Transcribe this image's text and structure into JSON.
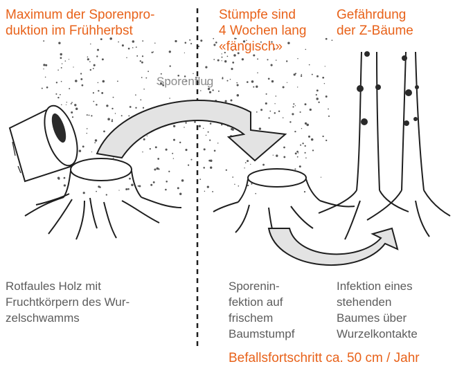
{
  "headings": {
    "spore_max": "Maximum der Sporenpro-\nduktion im Frühherbst",
    "stumps": "Stümpfe sind\n4 Wochen lang\n«fängisch»",
    "danger": "Gefährdung\nder Z-Bäume"
  },
  "labels": {
    "spore_flight": "Sporenflug",
    "rotten_wood": "Rotfaules Holz mit\nFruchtkörpern des Wur-\nzelschwamms",
    "spore_infection": "Sporenin-\nfektion auf\nfrischem\nBaumstumpf",
    "root_infection": "Infektion eines\nstehenden\nBaumes über\nWurzelkontakte"
  },
  "footer": {
    "spread_rate": "Befallsfortschritt ca. 50 cm / Jahr"
  },
  "colors": {
    "accent": "#e8621a",
    "label_gray": "#5c5c5c",
    "arrow_fill": "#e3e3e3",
    "outline": "#1e1e1e"
  }
}
